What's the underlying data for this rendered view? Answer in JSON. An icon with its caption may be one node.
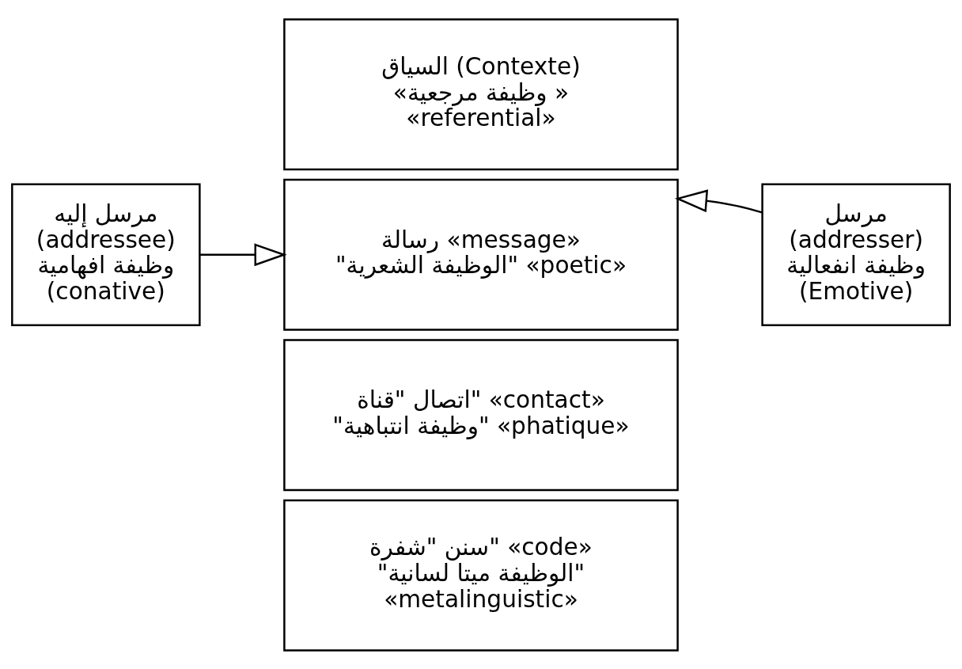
{
  "diagram": {
    "nodes": [
      {
        "text": [
          "مرسل إليه",
          "(addressee)",
          "وظيفة افهامية",
          "(conative)"
        ]
      },
      {
        "text": [
          "السياق (Contexte)",
          "«وظيفة مرجعية »",
          "«referential»"
        ]
      },
      {
        "text": [
          "رسالة «message»",
          "\"الوظيفة الشعرية\" «poetic»"
        ]
      },
      {
        "text": [
          "اتصال \"قناة\" «contact»",
          "\"وظيفة انتباهية\" «phatique»"
        ]
      },
      {
        "text": [
          "سنن \"شفرة\" «code»",
          "\"الوظيفة ميتا لسانية\"",
          "«metalinguistic»"
        ]
      },
      {
        "text": [
          "مرسل",
          "(addresser)",
          "وظيفة انفعالية",
          "(Emotive)"
        ]
      }
    ],
    "edges": [
      {
        "from": 0,
        "to": 2,
        "arrow": "to"
      },
      {
        "from": 5,
        "to": 2,
        "arrow": "to"
      }
    ]
  }
}
